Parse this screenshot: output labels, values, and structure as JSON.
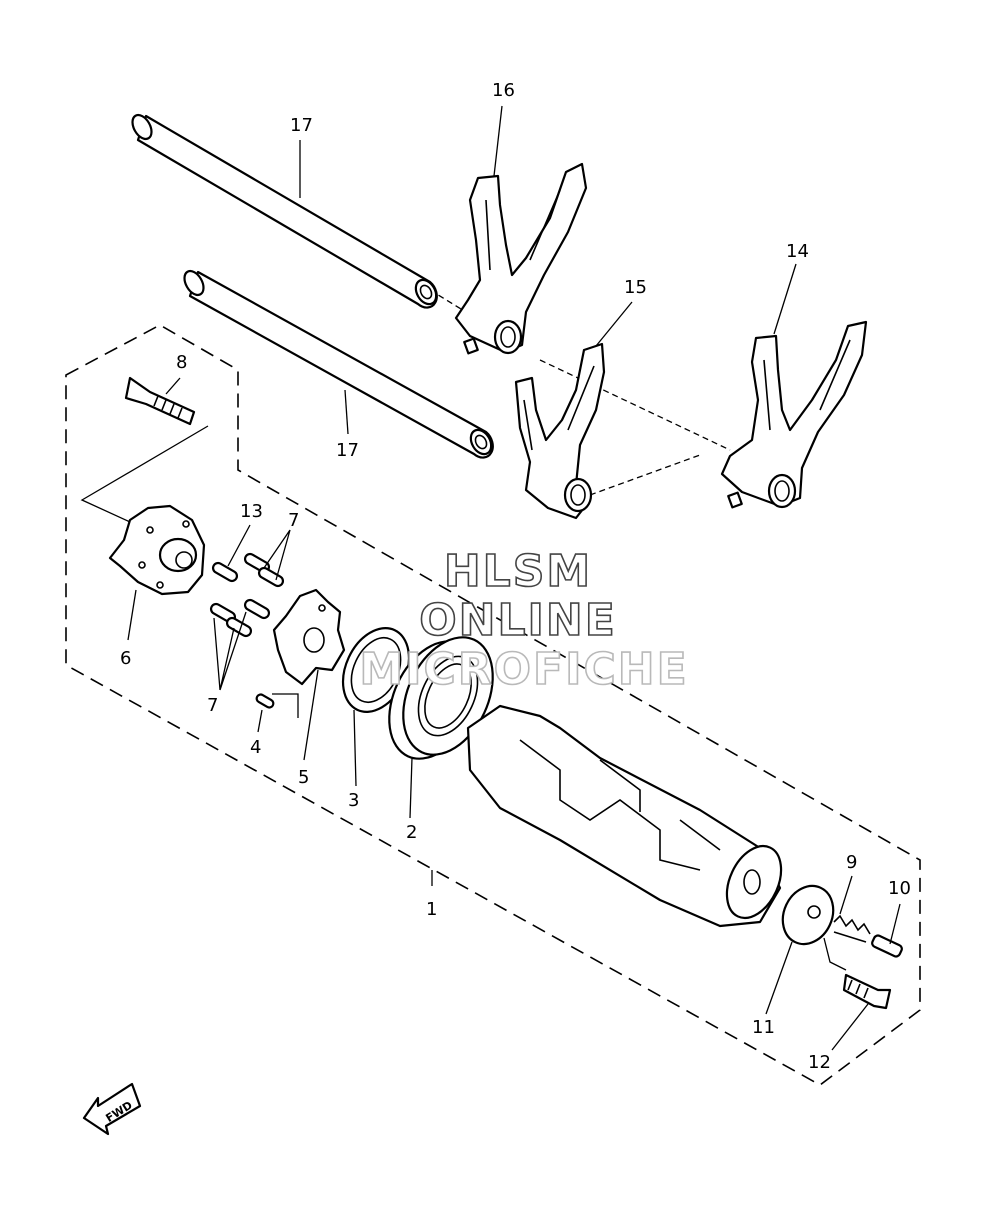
{
  "diagram": {
    "watermark": [
      "HLSM",
      "ONLINE",
      "MICROFICHE"
    ],
    "direction_label": "FWD",
    "callouts": {
      "c1": "1",
      "c2": "2",
      "c3": "3",
      "c4": "4",
      "c5": "5",
      "c6": "6",
      "c7a": "7",
      "c7b": "7",
      "c8": "8",
      "c9": "9",
      "c10": "10",
      "c11": "11",
      "c12": "12",
      "c13": "13",
      "c14": "14",
      "c15": "15",
      "c16": "16",
      "c17a": "17",
      "c17b": "17"
    },
    "colors": {
      "line": "#000000",
      "background": "#ffffff"
    }
  }
}
